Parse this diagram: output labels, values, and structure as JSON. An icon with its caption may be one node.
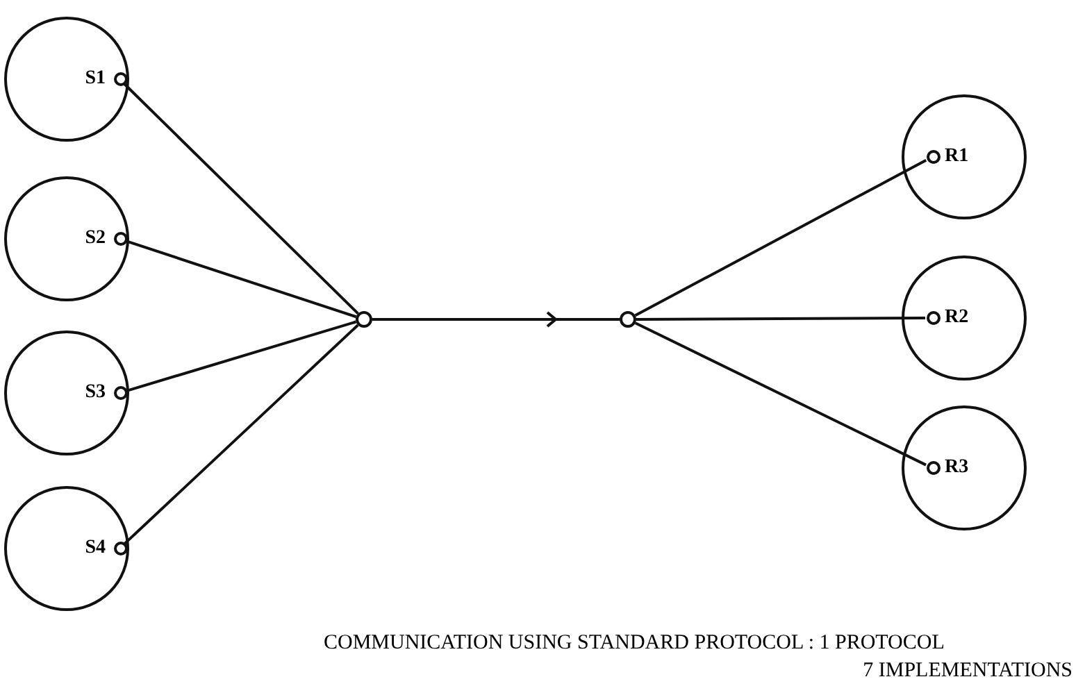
{
  "diagram": {
    "nodes": [
      {
        "text": [
          "S1"
        ]
      },
      {
        "text": [
          "S2"
        ]
      },
      {
        "text": [
          "S3"
        ]
      },
      {
        "text": [
          "S4"
        ]
      },
      {
        "text": [],
        "shape": "circle"
      },
      {
        "text": [],
        "shape": "circle"
      },
      {
        "text": [
          "R1"
        ]
      },
      {
        "text": [
          "R2"
        ]
      },
      {
        "text": [
          "R3"
        ]
      }
    ],
    "edges": [
      {
        "from": 0,
        "to": 4,
        "arrow": "none"
      },
      {
        "from": 1,
        "to": 4,
        "arrow": "none"
      },
      {
        "from": 2,
        "to": 4,
        "arrow": "none"
      },
      {
        "from": 3,
        "to": 4,
        "arrow": "none"
      },
      {
        "from": 4,
        "to": 5,
        "arrow": "to"
      },
      {
        "from": 5,
        "to": 6,
        "arrow": "none"
      },
      {
        "from": 5,
        "to": 7,
        "arrow": "none"
      },
      {
        "from": 5,
        "to": 8,
        "arrow": "none"
      }
    ],
    "labels": [
      "COMMUNICATION USING STANDARD PROTOCOL : 1 PROTOCOL",
      "7 IMPLEMENTATIONS"
    ]
  }
}
